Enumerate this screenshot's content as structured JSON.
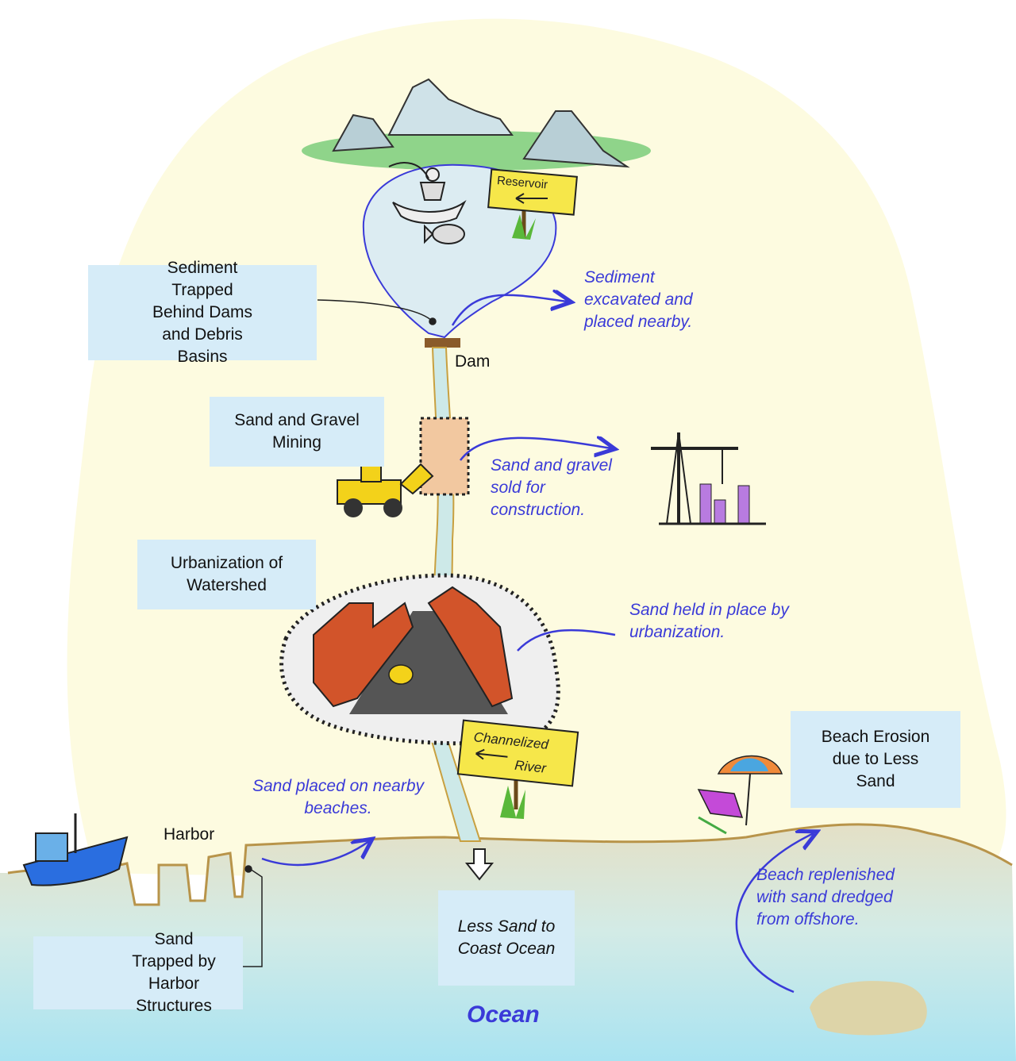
{
  "boxes": {
    "sediment_trapped": "Sediment\nTrapped\nBehind Dams\nand Debris\nBasins",
    "sand_gravel_mining": "Sand and Gravel\nMining",
    "urbanization": "Urbanization of\nWatershed",
    "beach_erosion": "Beach Erosion\ndue to Less\nSand",
    "less_sand": "Less Sand to\nCoast Ocean",
    "harbor_trapped": "Sand\nTrapped by\nHarbor\nStructures"
  },
  "notes": {
    "sediment_excavated": "Sediment\nexcavated and\nplaced nearby.",
    "sand_sold": "Sand and gravel\nsold for\nconstruction.",
    "sand_held": "Sand held in place by\nurbanization.",
    "sand_placed": "Sand placed on nearby\nbeaches.",
    "beach_replenished": "Beach replenished\nwith sand dredged\nfrom offshore."
  },
  "labels": {
    "dam": "Dam",
    "harbor": "Harbor",
    "ocean": "Ocean"
  },
  "signs": {
    "reservoir": "Reservoir",
    "channelized": "Channelized",
    "river": "River"
  },
  "colors": {
    "land": "#fdfbe0",
    "ocean": "#cdeaf0",
    "shore": "#b8944a",
    "box": "#d6ecf8",
    "note_text": "#3a3ad8",
    "arrow": "#3a3ad8"
  }
}
